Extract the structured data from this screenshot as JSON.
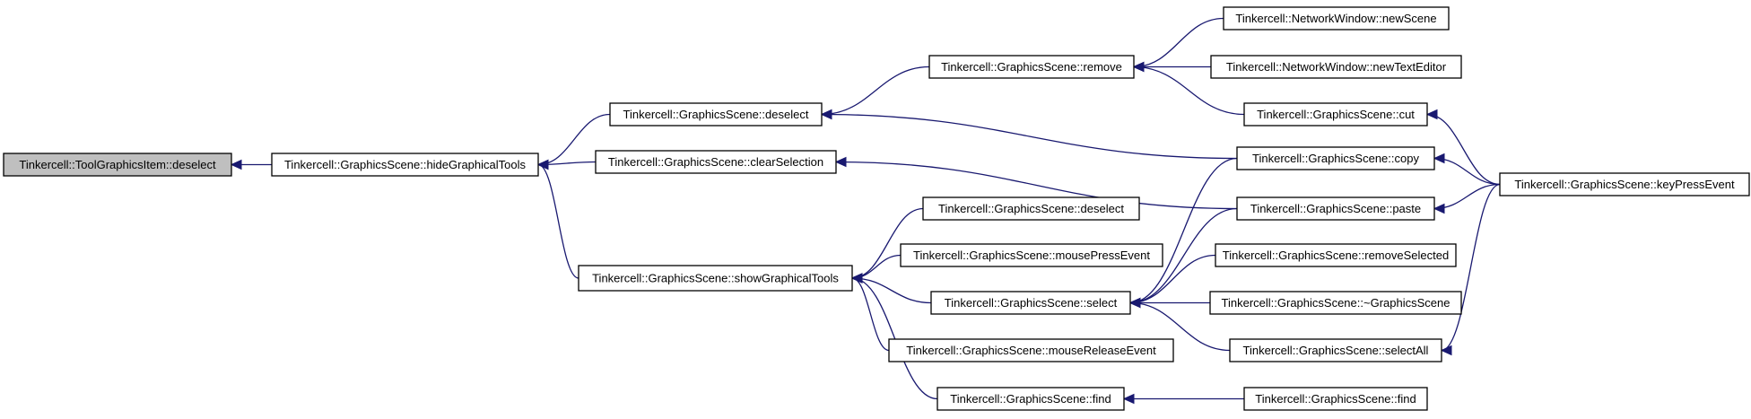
{
  "diagram": {
    "type": "call-graph",
    "colors": {
      "edge": "#191970",
      "node_border": "#000000",
      "focus_fill": "#bfbfbf",
      "background": "#ffffff"
    },
    "nodes": [
      {
        "id": "n0",
        "label": "Tinkercell::ToolGraphicsItem::deselect",
        "focus": true
      },
      {
        "id": "n1",
        "label": "Tinkercell::GraphicsScene::hideGraphicalTools"
      },
      {
        "id": "n2",
        "label": "Tinkercell::GraphicsScene::deselect"
      },
      {
        "id": "n3",
        "label": "Tinkercell::GraphicsScene::clearSelection"
      },
      {
        "id": "n4",
        "label": "Tinkercell::GraphicsScene::showGraphicalTools"
      },
      {
        "id": "n5",
        "label": "Tinkercell::GraphicsScene::remove"
      },
      {
        "id": "n6",
        "label": "Tinkercell::GraphicsScene::deselect"
      },
      {
        "id": "n7",
        "label": "Tinkercell::GraphicsScene::mousePressEvent"
      },
      {
        "id": "n8",
        "label": "Tinkercell::GraphicsScene::select"
      },
      {
        "id": "n9",
        "label": "Tinkercell::GraphicsScene::mouseReleaseEvent"
      },
      {
        "id": "n10",
        "label": "Tinkercell::GraphicsScene::find"
      },
      {
        "id": "n11",
        "label": "Tinkercell::NetworkWindow::newScene"
      },
      {
        "id": "n12",
        "label": "Tinkercell::NetworkWindow::newTextEditor"
      },
      {
        "id": "n13",
        "label": "Tinkercell::GraphicsScene::cut"
      },
      {
        "id": "n14",
        "label": "Tinkercell::GraphicsScene::copy"
      },
      {
        "id": "n15",
        "label": "Tinkercell::GraphicsScene::paste"
      },
      {
        "id": "n16",
        "label": "Tinkercell::GraphicsScene::removeSelected"
      },
      {
        "id": "n17",
        "label": "Tinkercell::GraphicsScene::~GraphicsScene"
      },
      {
        "id": "n18",
        "label": "Tinkercell::GraphicsScene::selectAll"
      },
      {
        "id": "n19",
        "label": "Tinkercell::GraphicsScene::find"
      },
      {
        "id": "n20",
        "label": "Tinkercell::GraphicsScene::keyPressEvent"
      }
    ],
    "edges": [
      {
        "from": "n1",
        "to": "n0"
      },
      {
        "from": "n2",
        "to": "n1"
      },
      {
        "from": "n3",
        "to": "n1"
      },
      {
        "from": "n4",
        "to": "n1"
      },
      {
        "from": "n5",
        "to": "n2"
      },
      {
        "from": "n14",
        "to": "n2"
      },
      {
        "from": "n15",
        "to": "n3"
      },
      {
        "from": "n6",
        "to": "n4"
      },
      {
        "from": "n7",
        "to": "n4"
      },
      {
        "from": "n8",
        "to": "n4"
      },
      {
        "from": "n9",
        "to": "n4"
      },
      {
        "from": "n10",
        "to": "n4"
      },
      {
        "from": "n11",
        "to": "n5"
      },
      {
        "from": "n12",
        "to": "n5"
      },
      {
        "from": "n13",
        "to": "n5"
      },
      {
        "from": "n14",
        "to": "n8"
      },
      {
        "from": "n15",
        "to": "n8"
      },
      {
        "from": "n16",
        "to": "n8"
      },
      {
        "from": "n17",
        "to": "n8"
      },
      {
        "from": "n18",
        "to": "n8"
      },
      {
        "from": "n19",
        "to": "n10"
      },
      {
        "from": "n20",
        "to": "n13"
      },
      {
        "from": "n20",
        "to": "n14"
      },
      {
        "from": "n20",
        "to": "n15"
      },
      {
        "from": "n20",
        "to": "n18"
      }
    ]
  }
}
